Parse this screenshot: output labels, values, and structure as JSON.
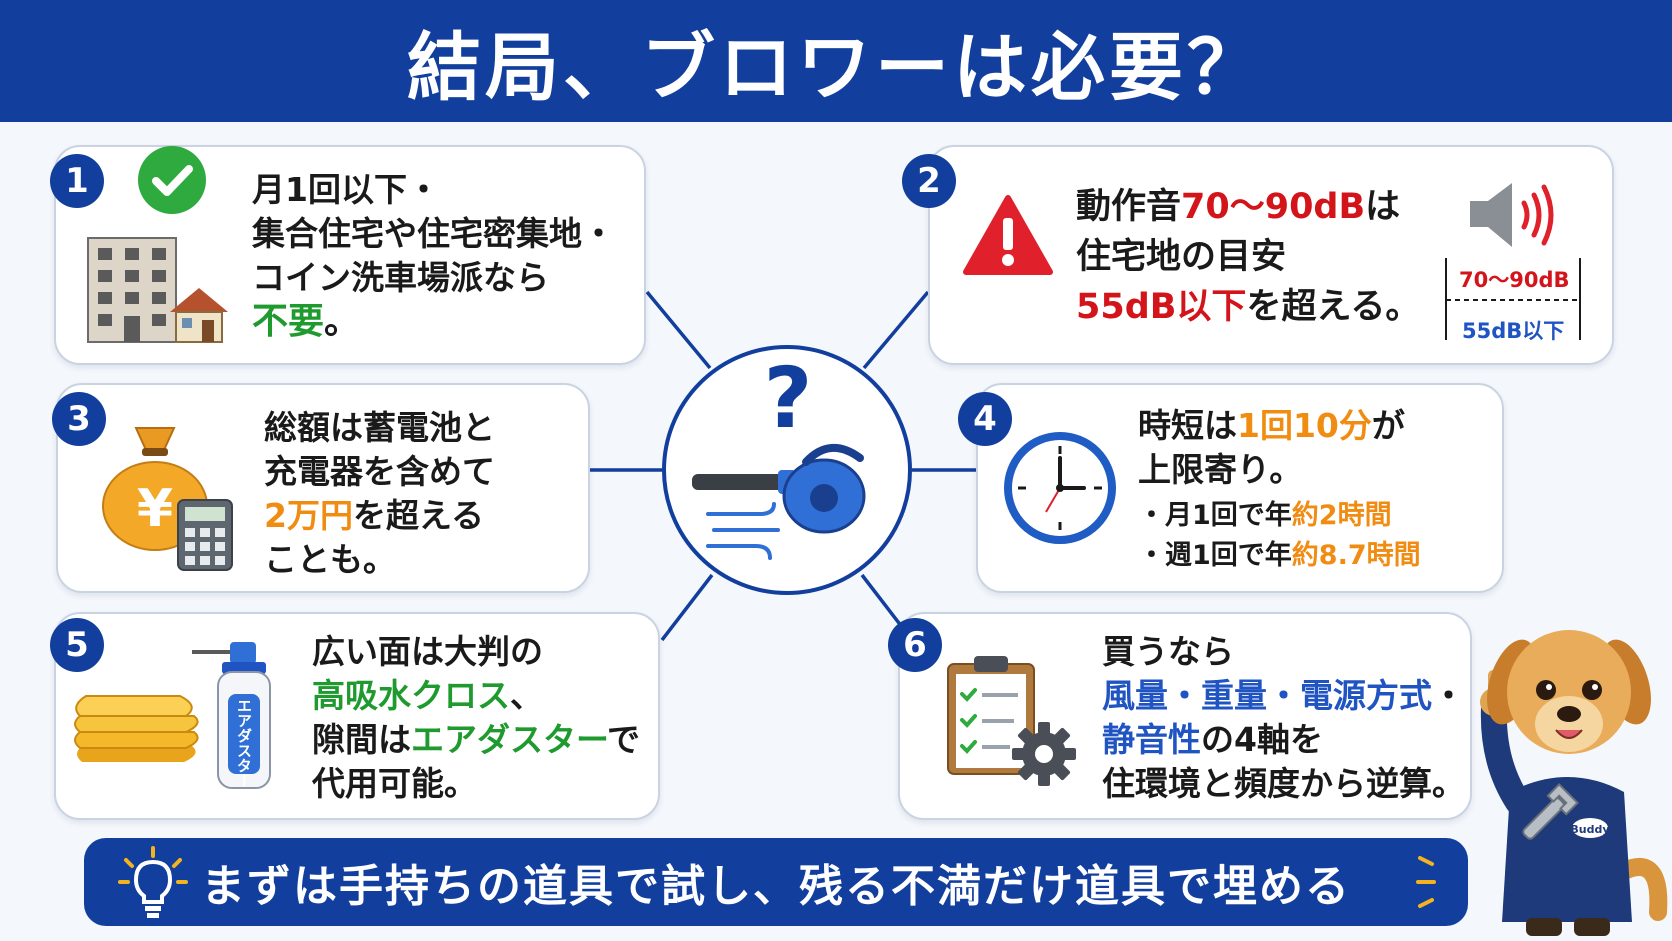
{
  "header": {
    "title": "結局、ブロワーは必要？"
  },
  "cards": [
    {
      "number": "1",
      "lines": [
        "月1回以下・",
        "集合住宅や住宅密集地・",
        "コイン洗車場派なら"
      ],
      "highlight": "不要",
      "tail": "。",
      "icons": [
        "check-icon",
        "building-icon",
        "house-icon"
      ]
    },
    {
      "number": "2",
      "line1_pre": "動作音",
      "line1_hl": "70〜90dB",
      "line1_post": "は",
      "line2": "住宅地の目安",
      "line3_hl": "55dB以下",
      "line3_post": "を超える。",
      "meter_high": "70〜90dB",
      "meter_low": "55dB以下",
      "icons": [
        "warning-icon",
        "speaker-icon"
      ]
    },
    {
      "number": "3",
      "line1": "総額は蓄電池と",
      "line2": "充電器を含めて",
      "line3_hl": "2万円",
      "line3_post": "を超える",
      "line4": "ことも。",
      "icons": [
        "money-bag-icon",
        "calculator-icon"
      ],
      "yen": "¥"
    },
    {
      "number": "4",
      "line1_pre": "時短は",
      "line1_hl": "1回10分",
      "line1_post": "が",
      "line2": "上限寄り。",
      "bullet1_pre": "・月1回で年",
      "bullet1_hl": "約2時間",
      "bullet2_pre": "・週1回で年",
      "bullet2_hl": "約8.7時間",
      "icons": [
        "clock-icon"
      ]
    },
    {
      "number": "5",
      "line1": "広い面は大判の",
      "line2_hl": "高吸水クロス",
      "line2_post": "、",
      "line3_pre": "隙間は",
      "line3_hl": "エアダスター",
      "line3_post": "で",
      "line4": "代用可能。",
      "can_label": "エアダスター",
      "icons": [
        "towel-icon",
        "air-duster-icon"
      ]
    },
    {
      "number": "6",
      "line1": "買うなら",
      "line2_hl": "風量・重量・電源方式",
      "line2_post": "・",
      "line3_hl": "静音性",
      "line3_post": "の4軸を",
      "line4": "住環境と頻度から逆算。",
      "icons": [
        "checklist-icon",
        "gear-icon"
      ]
    }
  ],
  "center": {
    "question": "?",
    "icons": [
      "question-icon",
      "blower-icon",
      "wind-icon"
    ]
  },
  "footer": {
    "text": "まずは手持ちの道具で試し、残る不満だけ道具で埋める",
    "icons": [
      "lightbulb-icon"
    ]
  },
  "mascot": {
    "badge": "Buddy",
    "icons": [
      "dog-mascot-icon",
      "wrench-icon"
    ]
  },
  "colors": {
    "navy": "#123f9e",
    "green": "#1f9a2e",
    "red": "#d3141a",
    "orange": "#f08c12",
    "blue": "#1f54c2"
  }
}
